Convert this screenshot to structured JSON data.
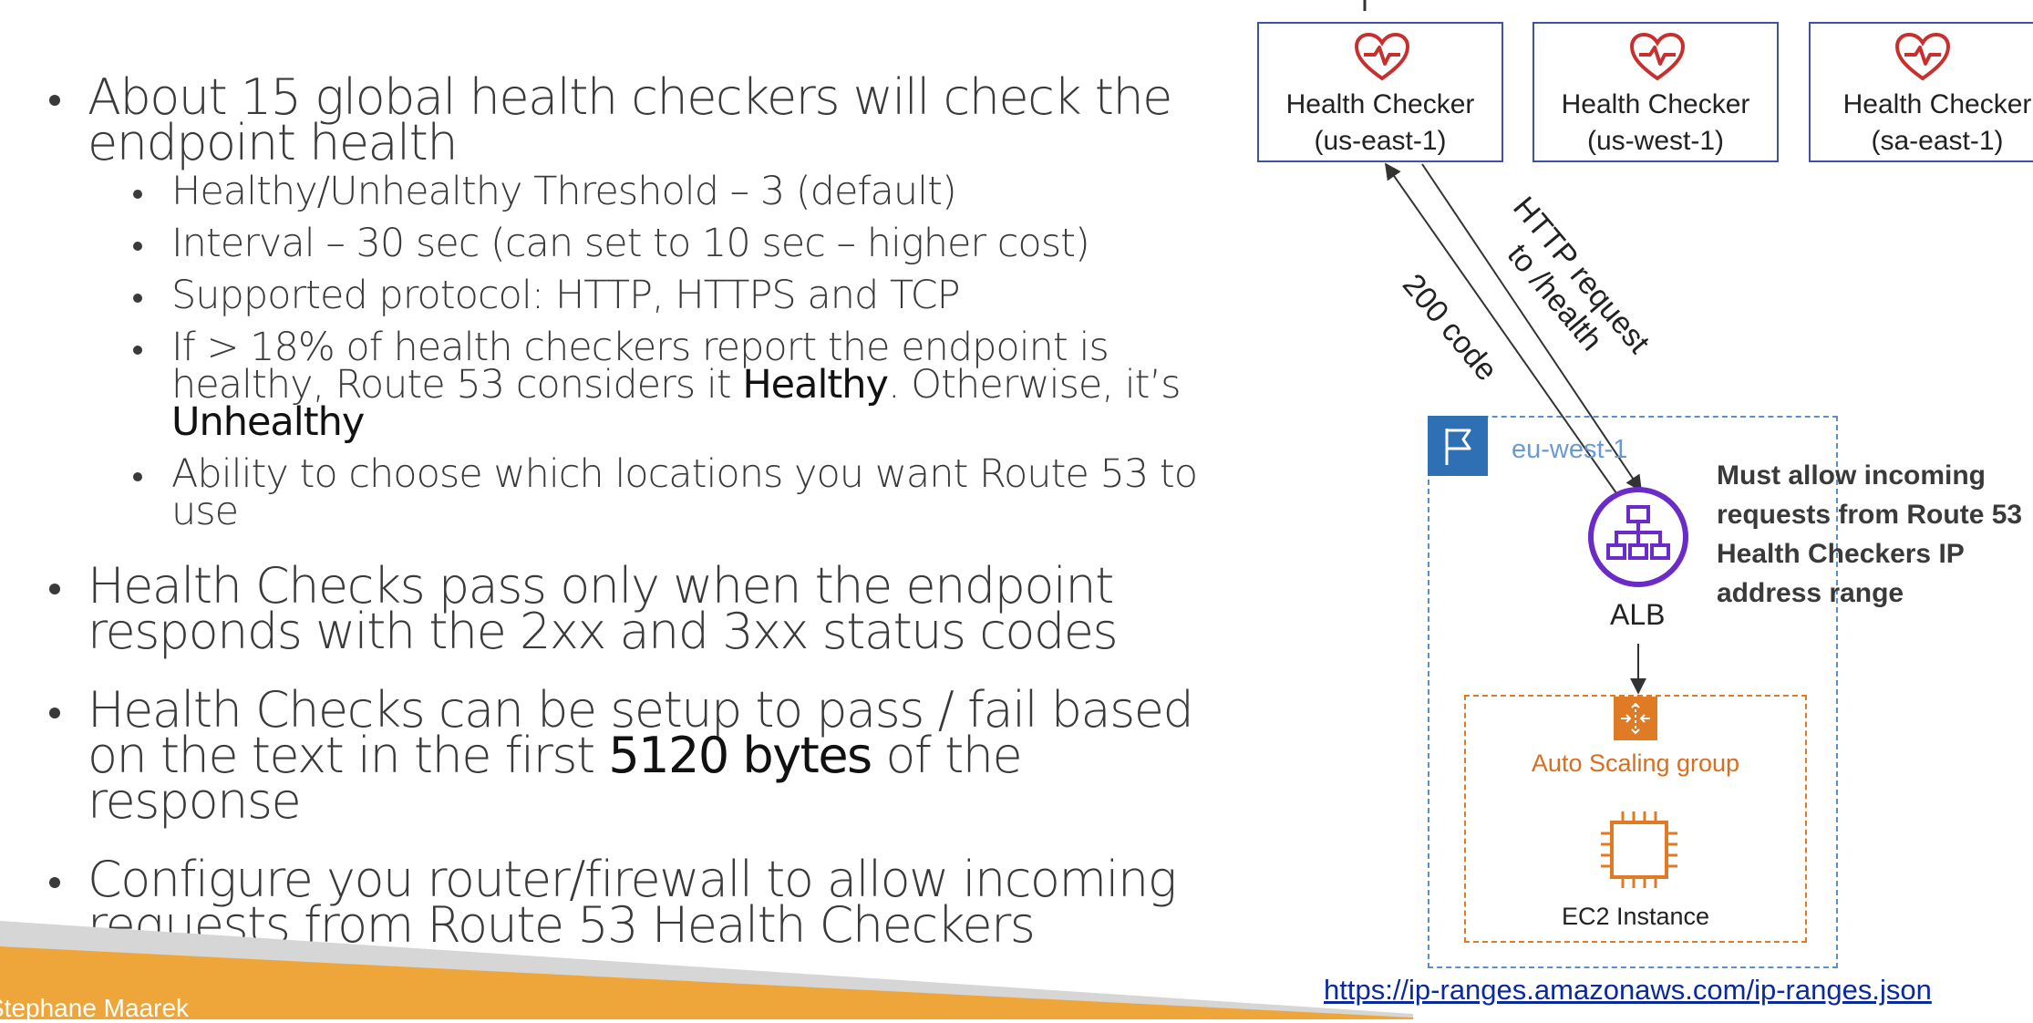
{
  "bullets": [
    {
      "text": "About 15 global health checkers will check the endpoint health",
      "subs": [
        "Healthy/Unhealthy Threshold – 3 (default)",
        "Interval – 30 sec (can set to 10 sec – higher cost)",
        "Supported protocol: HTTP, HTTPS and TCP",
        {
          "pre": "If > 18% of health checkers report the endpoint is healthy, Route 53 considers it ",
          "hl1": "Healthy",
          "mid": ". Otherwise, it’s ",
          "hl2": "Unhealthy"
        },
        "Ability to choose which locations you want Route 53 to use"
      ]
    },
    {
      "text": "Health Checks pass only when the endpoint responds with the 2xx and 3xx status codes"
    },
    {
      "pre": "Health Checks can be setup to pass / fail based on the text in the first ",
      "hl": "5120 bytes",
      "post": " of the response"
    },
    {
      "text": "Configure you router/firewall to allow incoming requests from Route 53 Health Checkers"
    }
  ],
  "diagram": {
    "health_checkers": [
      {
        "line1": "Health Checker",
        "line2": "(us-east-1)"
      },
      {
        "line1": "Health Checker",
        "line2": "(us-west-1)"
      },
      {
        "line1": "Health Checker",
        "line2": "(sa-east-1)"
      }
    ],
    "request_label": "HTTP request to /health",
    "response_label": "200 code",
    "region_label": "eu-west-1",
    "alb_label": "ALB",
    "asg_label": "Auto Scaling group",
    "ec2_label": "EC2 Instance",
    "note": "Must allow incoming requests from Route 53 Health Checkers IP address range"
  },
  "footer": {
    "author": "Stephane Maarek",
    "url": "https://ip-ranges.amazonaws.com/ip-ranges.json"
  },
  "colors": {
    "heart": "#c7302e",
    "checker_border": "#3f53a3",
    "region_border": "#5a8fca",
    "region_flag": "#2f6fb3",
    "alb": "#6a2bc8",
    "asg": "#e07b25",
    "footer_orange": "#eea63a",
    "footer_gray": "#d6d6d6"
  }
}
